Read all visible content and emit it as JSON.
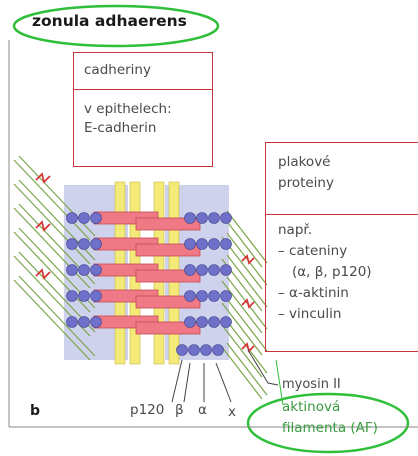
{
  "title": "zonula adhaerens",
  "panel_letter": "b",
  "cadherin_box": {
    "header": "cadheriny",
    "body_line1": "v epithelech:",
    "body_line2": "E-cadherin"
  },
  "plaque_box": {
    "header_line1": "plakové",
    "header_line2": "proteiny",
    "intro": "např.",
    "items": [
      "– cateniny",
      "(α, β, p120)",
      "– α-aktinin",
      "– vinculin"
    ]
  },
  "labels": {
    "p120": "p120",
    "beta": "β",
    "alpha": "α",
    "x": "x",
    "myosin": "myosin II",
    "actin_line1": "aktinová",
    "actin_line2": "filamenta (AF)"
  },
  "colors": {
    "highlight": "#2fbf3a",
    "frame_red": "#c9353a",
    "membrane_blue": "#cfd2ec",
    "cadherin_pink": "#ef7a85",
    "plaque_purple": "#6f70c9",
    "membrane_yellow": "#f3ea78",
    "actin_green": "#7aa64a"
  }
}
